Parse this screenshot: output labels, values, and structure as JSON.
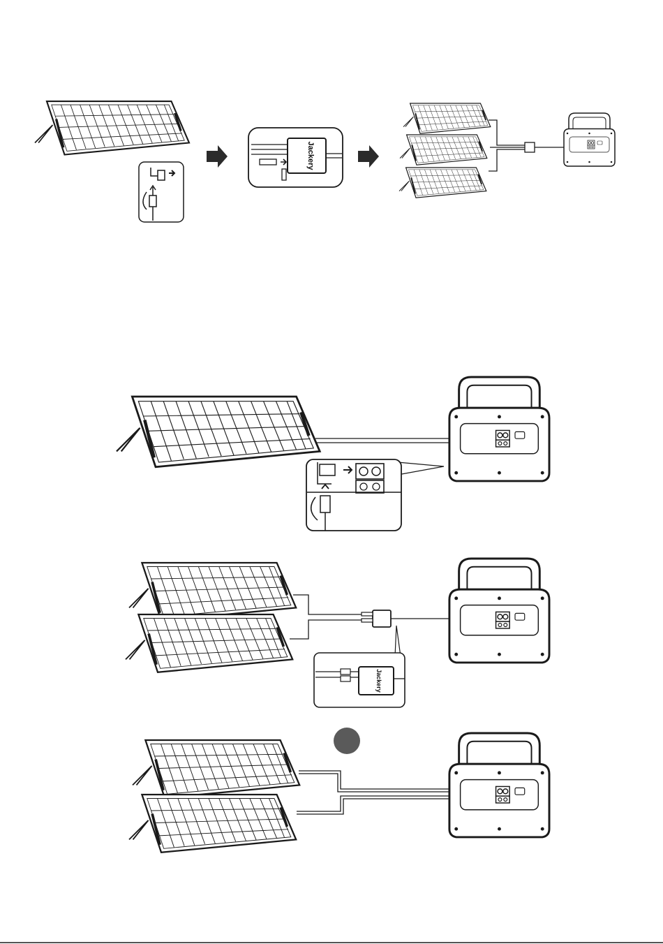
{
  "brand": {
    "label": "Jackery"
  },
  "colors": {
    "ink": "#1a1a1a",
    "panel_fill": "#ffffff",
    "step_arrow": "#2b2b2b",
    "marker_dot": "#5a5a5a",
    "background": "#ffffff"
  },
  "sections": [
    {
      "id": "overview",
      "description_icons": [
        "solar-panel-icon",
        "connector-detail-icon",
        "step-arrow-icon",
        "y-connector-detail-icon",
        "three-panels-icon",
        "power-station-icon"
      ]
    },
    {
      "id": "single-panel",
      "description_icons": [
        "solar-panel-icon",
        "power-station-icon",
        "port-detail-icon"
      ]
    },
    {
      "id": "two-panels-y-connector",
      "description_icons": [
        "solar-panel-icon",
        "y-connector-icon",
        "power-station-icon",
        "y-connector-detail-icon"
      ]
    },
    {
      "id": "two-panels-direct",
      "description_icons": [
        "solar-panel-icon",
        "power-station-icon",
        "marker-dot-icon"
      ]
    }
  ]
}
